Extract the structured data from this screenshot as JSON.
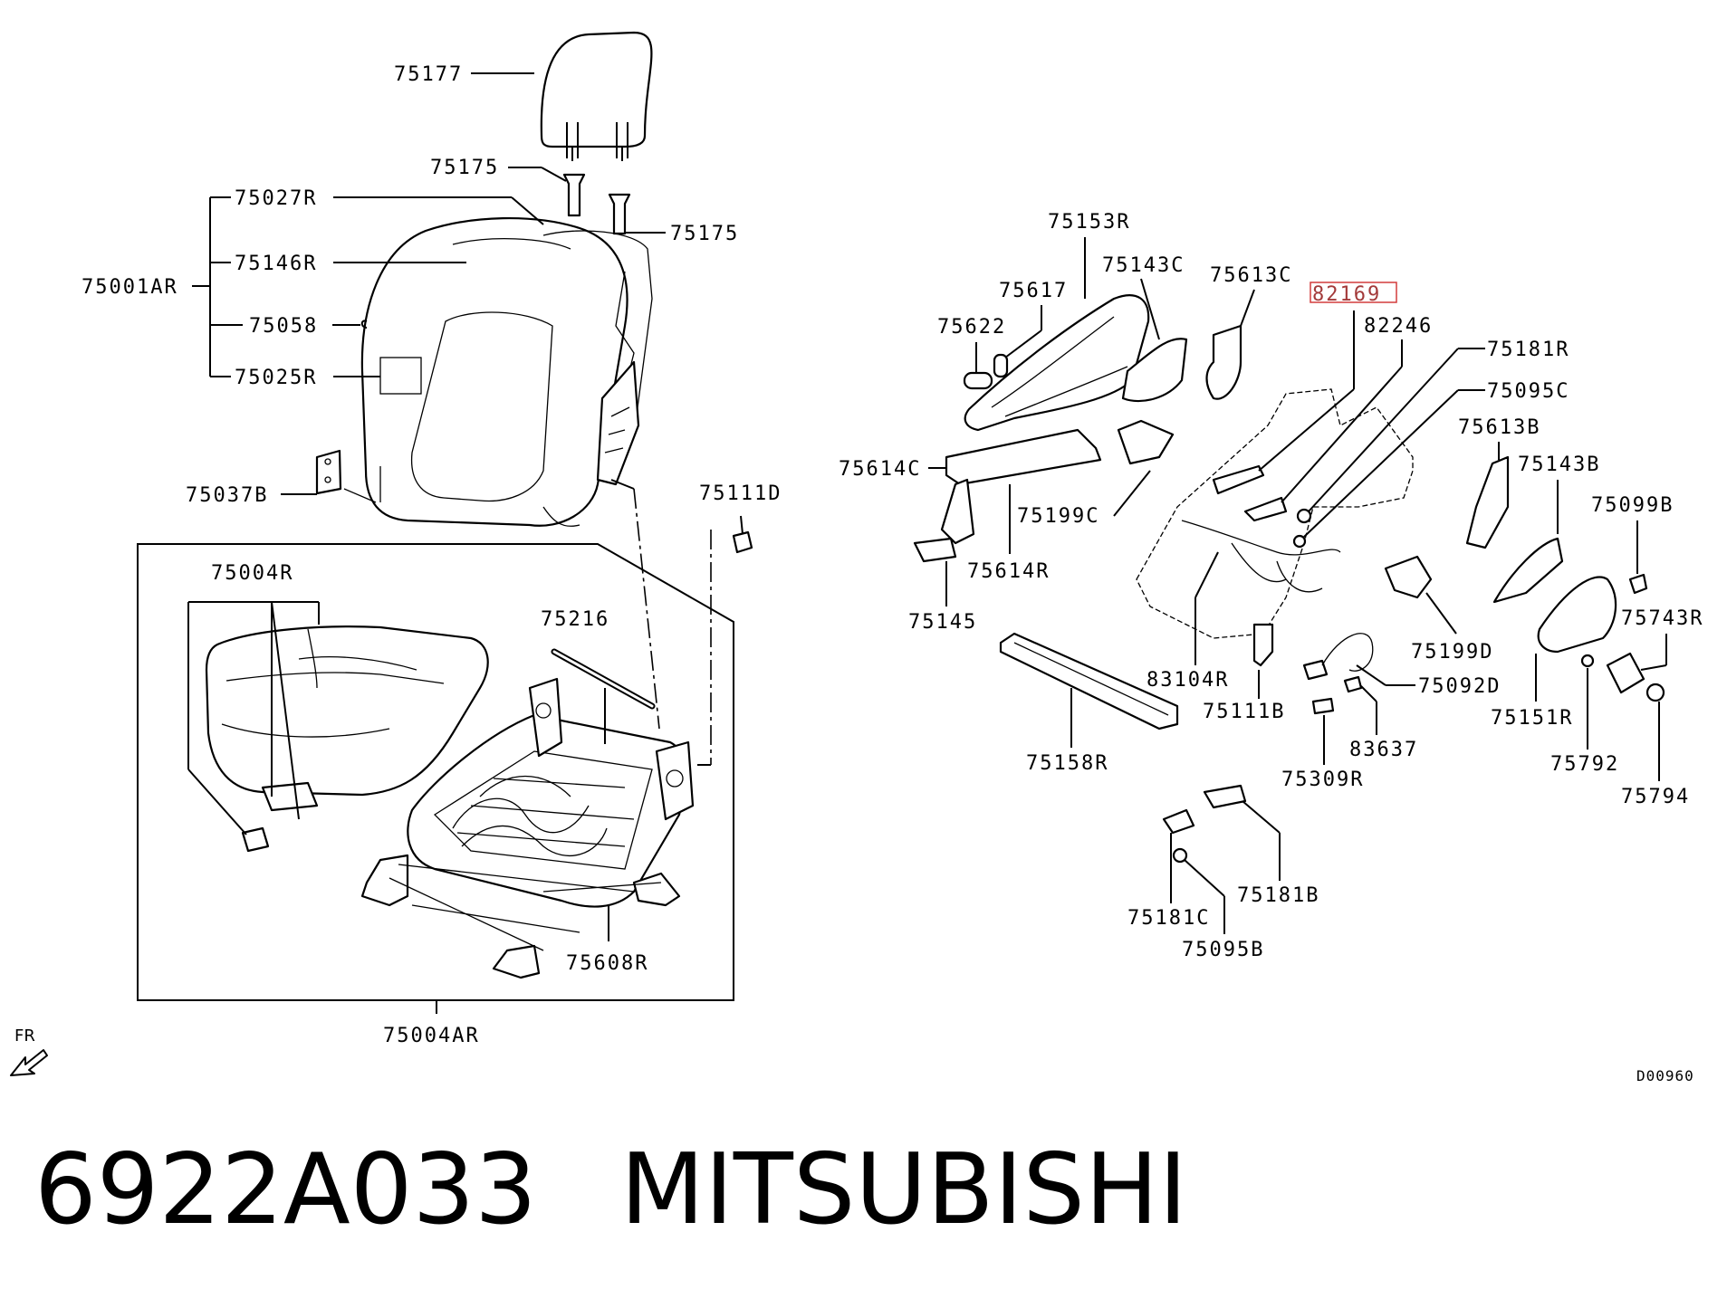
{
  "diagram": {
    "labels": {
      "l75177": "75177",
      "l75175a": "75175",
      "l75175b": "75175",
      "l75027R": "75027R",
      "l75146R": "75146R",
      "l75001AR": "75001AR",
      "l75058": "75058",
      "l75025R": "75025R",
      "l75037B": "75037B",
      "l75111D": "75111D",
      "l75004R": "75004R",
      "l75216": "75216",
      "l75608R": "75608R",
      "l75004AR": "75004AR",
      "l75153R": "75153R",
      "l75143C": "75143C",
      "l75613C": "75613C",
      "l82169": "82169",
      "l75617": "75617",
      "l75622": "75622",
      "l82246": "82246",
      "l75181R": "75181R",
      "l75095C": "75095C",
      "l75614C": "75614C",
      "l75613B": "75613B",
      "l75143B": "75143B",
      "l75199C": "75199C",
      "l75099B": "75099B",
      "l75614R": "75614R",
      "l75145": "75145",
      "l75199D": "75199D",
      "l75743R": "75743R",
      "l83104R": "83104R",
      "l75092D": "75092D",
      "l75111B": "75111B",
      "l75151R": "75151R",
      "l83637": "83637",
      "l75158R": "75158R",
      "l75792": "75792",
      "l75309R": "75309R",
      "l75794": "75794",
      "l75181B": "75181B",
      "l75181C": "75181C",
      "l75095B": "75095B"
    },
    "fr_label": "FR",
    "drawing_code": "D00960",
    "highlight_color": "#d23c3c"
  },
  "footer": {
    "part_number": "6922A033",
    "brand": "MITSUBISHI"
  }
}
